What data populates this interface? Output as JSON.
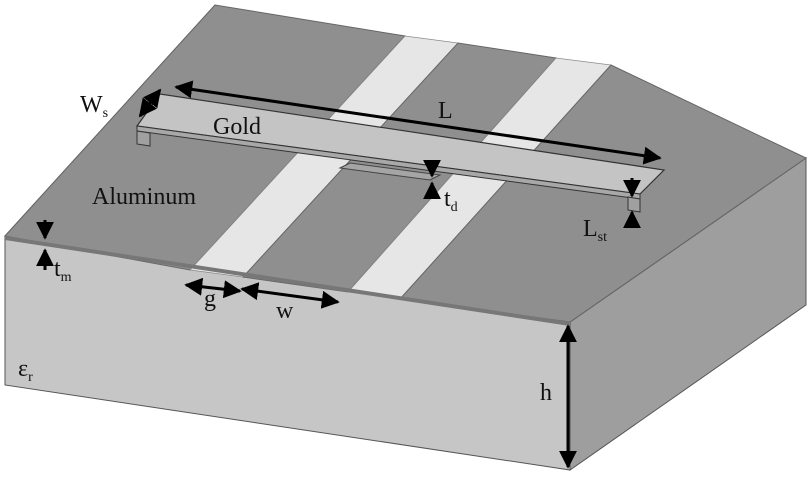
{
  "labels": {
    "L": "L",
    "Ws_main": "W",
    "Ws_sub": "s",
    "gold": "Gold",
    "aluminum": "Aluminum",
    "td_main": "t",
    "td_sub": "d",
    "Lst_main": "L",
    "Lst_sub": "st",
    "tm_main": "t",
    "tm_sub": "m",
    "g": "g",
    "w": "w",
    "eps_main": "ε",
    "eps_sub": "r",
    "h": "h"
  },
  "colors": {
    "substrate_top": "#b8b8b8",
    "substrate_front": "#c6c6c6",
    "substrate_side": "#9e9e9e",
    "aluminum": "#8f8f8f",
    "gap": "#e6e6e6",
    "gold_top": "#c4c4c4",
    "gold_side": "#a8a8a8",
    "arrow": "#000000"
  }
}
